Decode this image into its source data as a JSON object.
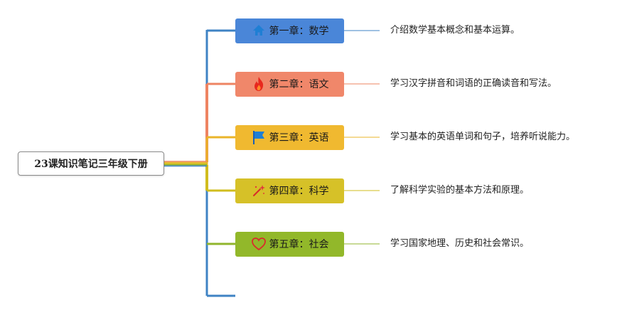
{
  "root": {
    "title": "23课知识笔记三年级下册"
  },
  "chapters": [
    {
      "label": "第一章：数学",
      "description": "介绍数学基本概念和基本运算。",
      "color": "#4a86d8",
      "line_color": "#3f83c4",
      "icon": "house-icon"
    },
    {
      "label": "第二章：语文",
      "description": "学习汉字拼音和词语的正确读音和写法。",
      "color": "#f0876a",
      "line_color": "#ee8462",
      "icon": "fire-icon"
    },
    {
      "label": "第三章：英语",
      "description": "学习基本的英语单词和句子，培养听说能力。",
      "color": "#f0b930",
      "line_color": "#eab42a",
      "icon": "flag-icon"
    },
    {
      "label": "第四章：科学",
      "description": "了解科学实验的基本方法和原理。",
      "color": "#d6c128",
      "line_color": "#d1bd1e",
      "icon": "magic-wand-icon"
    },
    {
      "label": "第五章：社会",
      "description": "学习国家地理、历史和社会常识。",
      "color": "#92b82a",
      "line_color": "#90b52c",
      "icon": "heart-icon"
    }
  ]
}
